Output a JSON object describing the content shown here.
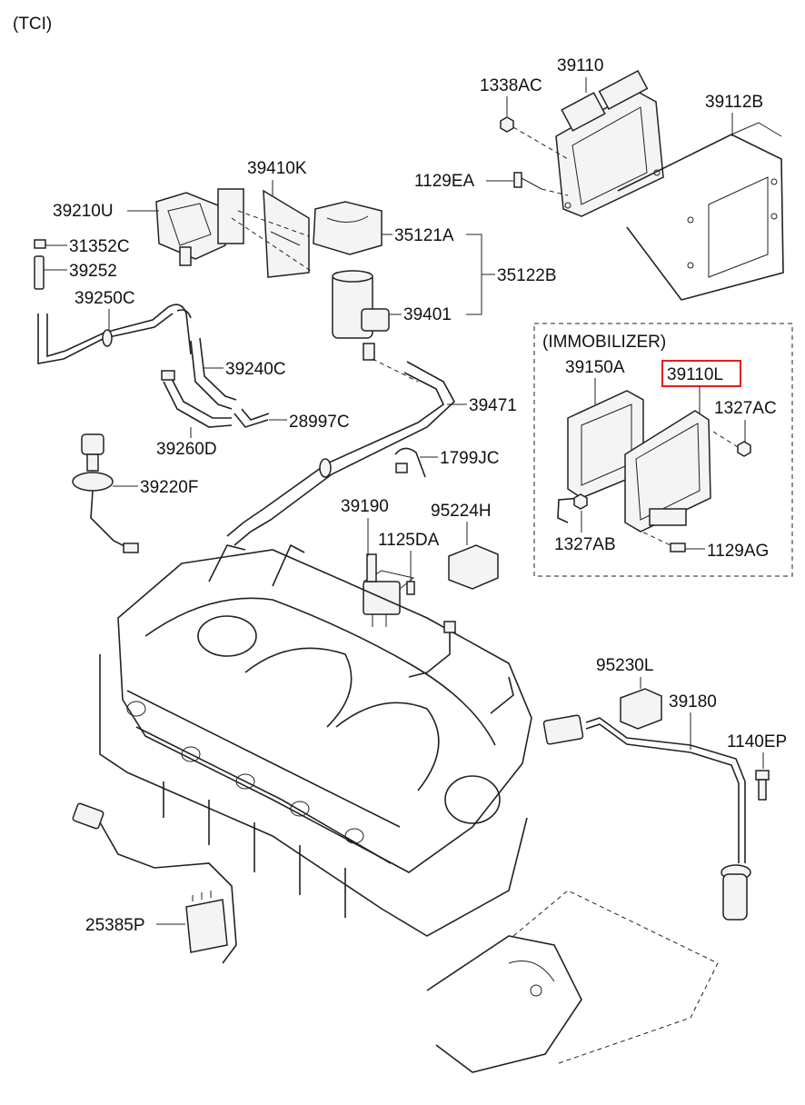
{
  "header": {
    "variant": "(TCI)"
  },
  "immobilizer_group": {
    "title": "(IMMOBILIZER)"
  },
  "highlight": {
    "part": "39110L",
    "color": "#e0201a"
  },
  "labels": {
    "p39110": "39110",
    "p1338AC": "1338AC",
    "p39112B": "39112B",
    "p1129EA": "1129EA",
    "p39410K": "39410K",
    "p39210U": "39210U",
    "p35121A": "35121A",
    "p31352C": "31352C",
    "p39252": "39252",
    "p35122B": "35122B",
    "p39250C": "39250C",
    "p39401": "39401",
    "p39240C": "39240C",
    "p28997C": "28997C",
    "p39471": "39471",
    "p39260D": "39260D",
    "p1799JC": "1799JC",
    "p39220F": "39220F",
    "p39190": "39190",
    "p95224H": "95224H",
    "p1125DA": "1125DA",
    "p39150A": "39150A",
    "p39110L": "39110L",
    "p1327AC": "1327AC",
    "p1327AB": "1327AB",
    "p1129AG": "1129AG",
    "p95230L": "95230L",
    "p39180": "39180",
    "p1140EP": "1140EP",
    "p25385P": "25385P"
  }
}
